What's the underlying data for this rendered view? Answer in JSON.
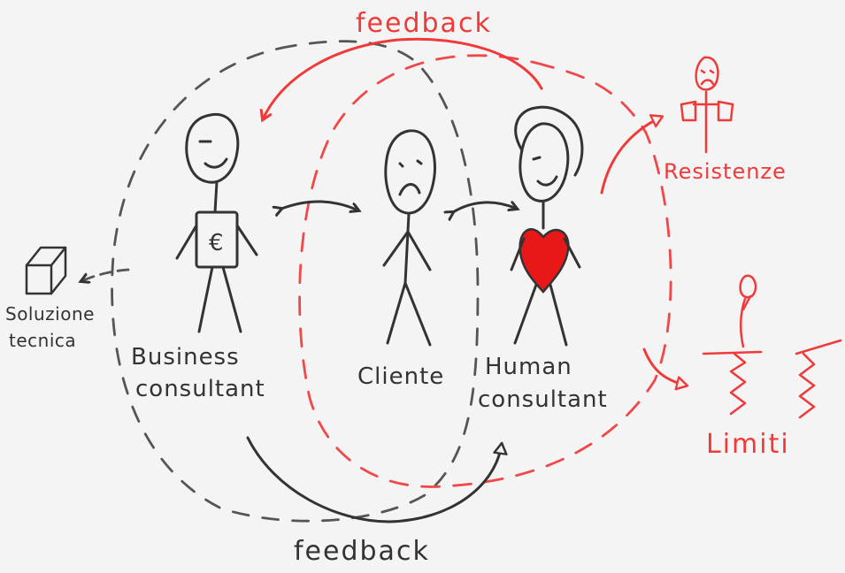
{
  "labels": {
    "feedback_top": "feedback",
    "feedback_bottom": "feedback",
    "soluzione_line1": "Soluzione",
    "soluzione_line2": "tecnica",
    "business_line1": "Business",
    "business_line2": "consultant",
    "cliente": "Cliente",
    "human_line1": "Human",
    "human_line2": "consultant",
    "resistenze": "Resistenze",
    "limiti": "Limiti",
    "euro_symbol": "€"
  },
  "colors": {
    "ink": "#333333",
    "accent_red": "#f03a3a",
    "heart_fill": "#e81818",
    "background": "#f4f4f4"
  }
}
